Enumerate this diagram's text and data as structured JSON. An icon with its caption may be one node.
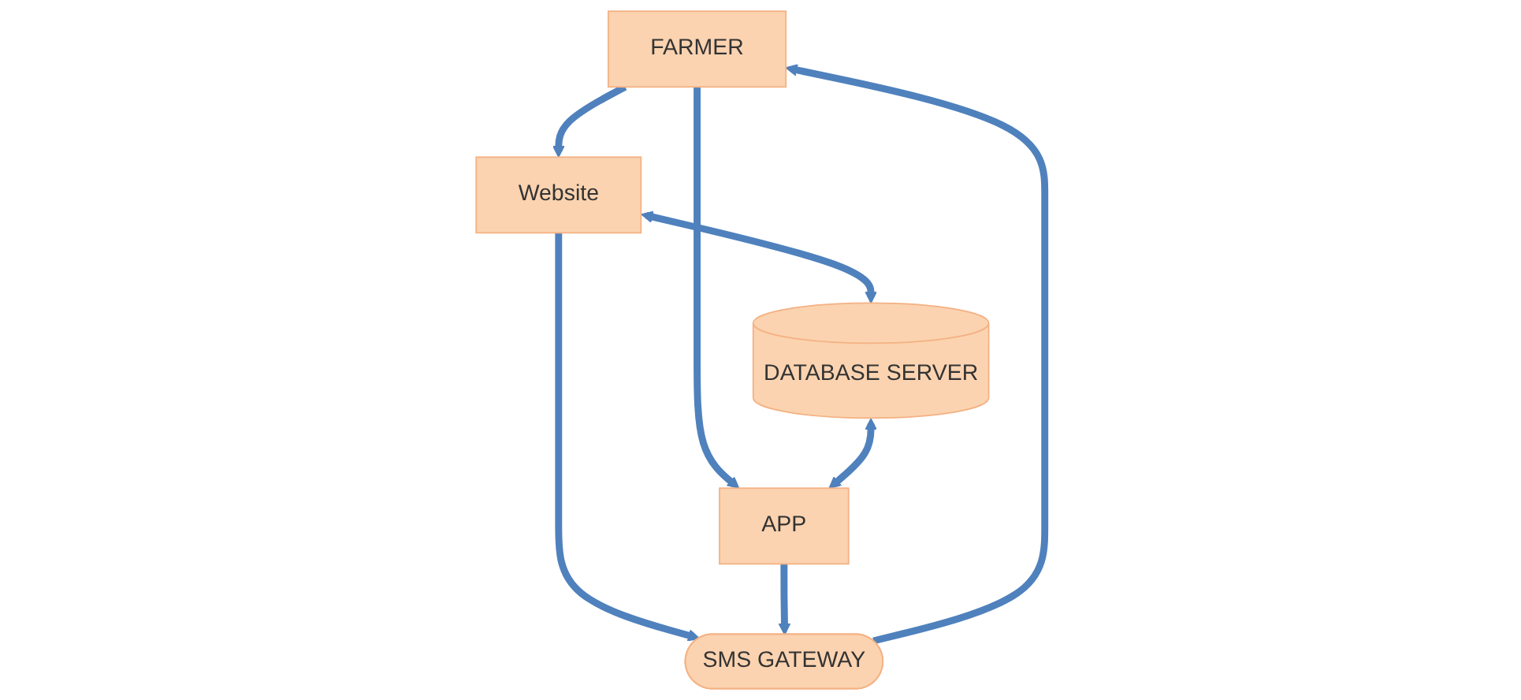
{
  "diagram": {
    "nodes": [
      {
        "text": [
          "FARMER"
        ]
      },
      {
        "text": [
          "DATABASE SERVER"
        ]
      },
      {
        "text": [
          "Website"
        ]
      },
      {
        "text": [
          "SMS GATEWAY"
        ]
      },
      {
        "text": [
          "APP"
        ]
      }
    ],
    "edges": [
      {
        "from": 0,
        "to": 2,
        "arrow": "to"
      },
      {
        "from": 0,
        "to": 4,
        "arrow": "to"
      },
      {
        "from": 2,
        "to": 1,
        "arrow": "both"
      },
      {
        "from": 1,
        "to": 4,
        "arrow": "both"
      },
      {
        "from": 2,
        "to": 3,
        "arrow": "to"
      },
      {
        "from": 4,
        "to": 3,
        "arrow": "to"
      },
      {
        "from": 3,
        "to": 0,
        "arrow": "to"
      }
    ]
  }
}
